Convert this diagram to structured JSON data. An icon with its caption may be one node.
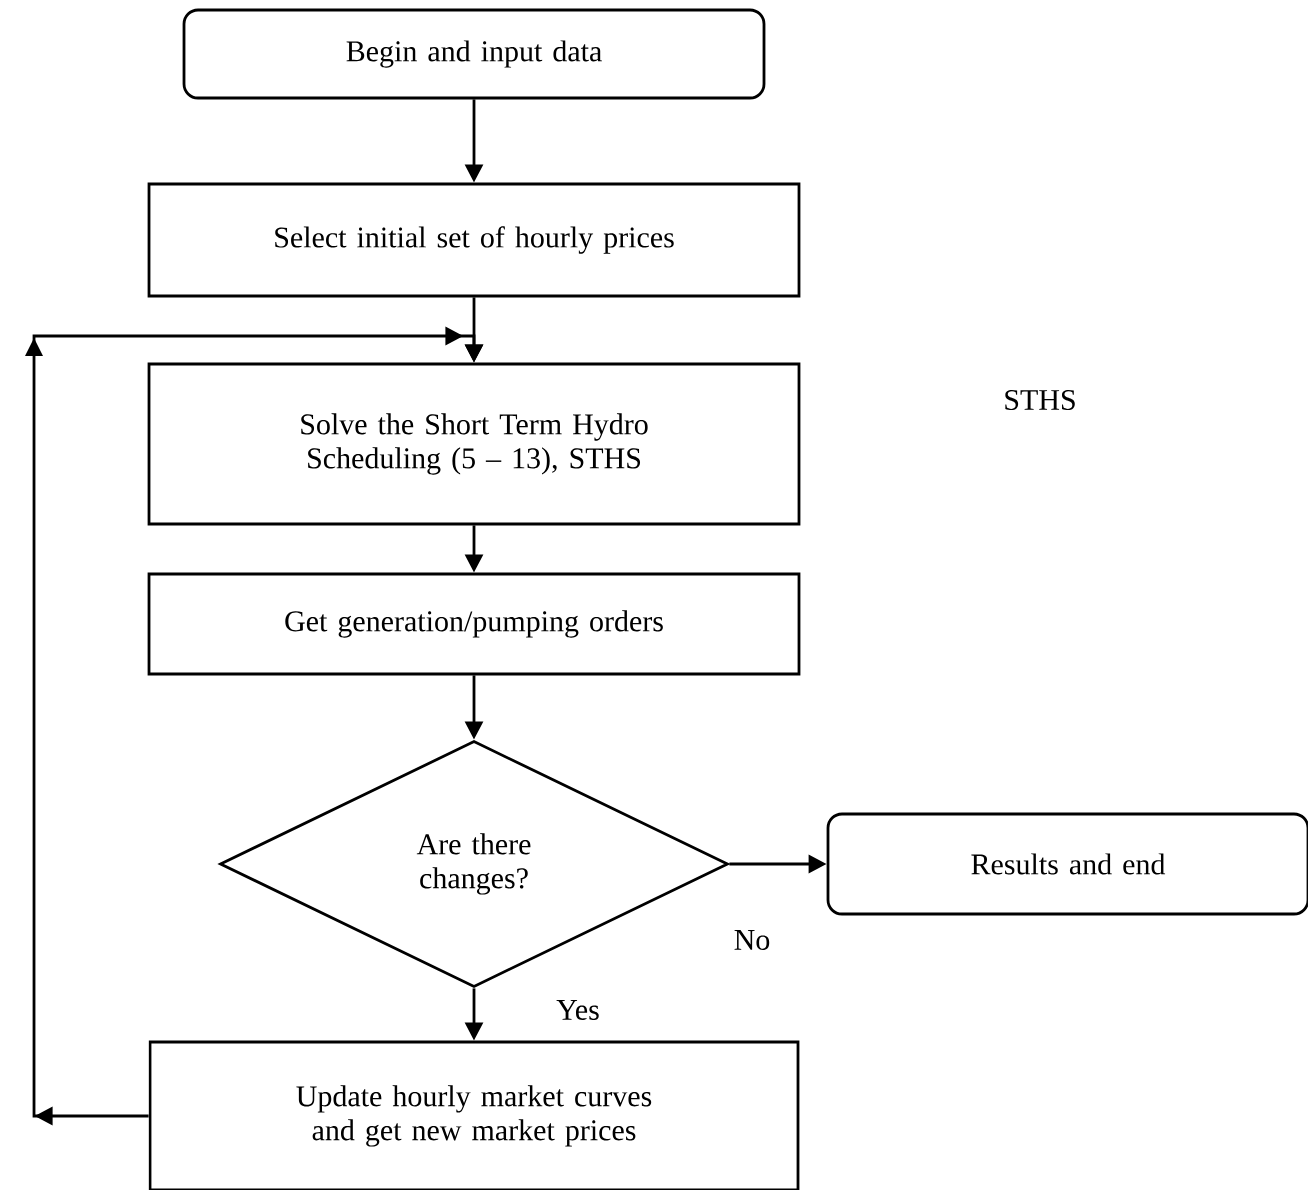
{
  "diagram": {
    "nodes": [
      {
        "text": [
          "Begin and input data"
        ]
      },
      {
        "text": [
          "Select initial set of hourly prices"
        ]
      },
      {
        "text": [
          "Solve the Short Term Hydro Scheduling (5 – 13), STHS"
        ]
      },
      {
        "text": [
          "Get generation/pumping orders"
        ]
      },
      {
        "text": [
          "Are there changes?"
        ]
      },
      {
        "text": [
          "Results and end"
        ]
      },
      {
        "text": [
          "Update hourly market curves and get new market prices"
        ]
      }
    ],
    "edges": [
      {
        "from": 0,
        "to": 1,
        "arrow": "to"
      },
      {
        "from": 1,
        "to": 2,
        "arrow": "to"
      },
      {
        "from": 2,
        "to": 3,
        "arrow": "to"
      },
      {
        "from": 3,
        "to": 4,
        "arrow": "to"
      },
      {
        "from": 4,
        "to": 5,
        "arrow": "to",
        "label": "No"
      },
      {
        "from": 4,
        "to": 6,
        "arrow": "to",
        "label": "Yes"
      },
      {
        "from": 6,
        "to": 2,
        "arrow": "to"
      }
    ],
    "labels": [
      "STHS"
    ]
  }
}
